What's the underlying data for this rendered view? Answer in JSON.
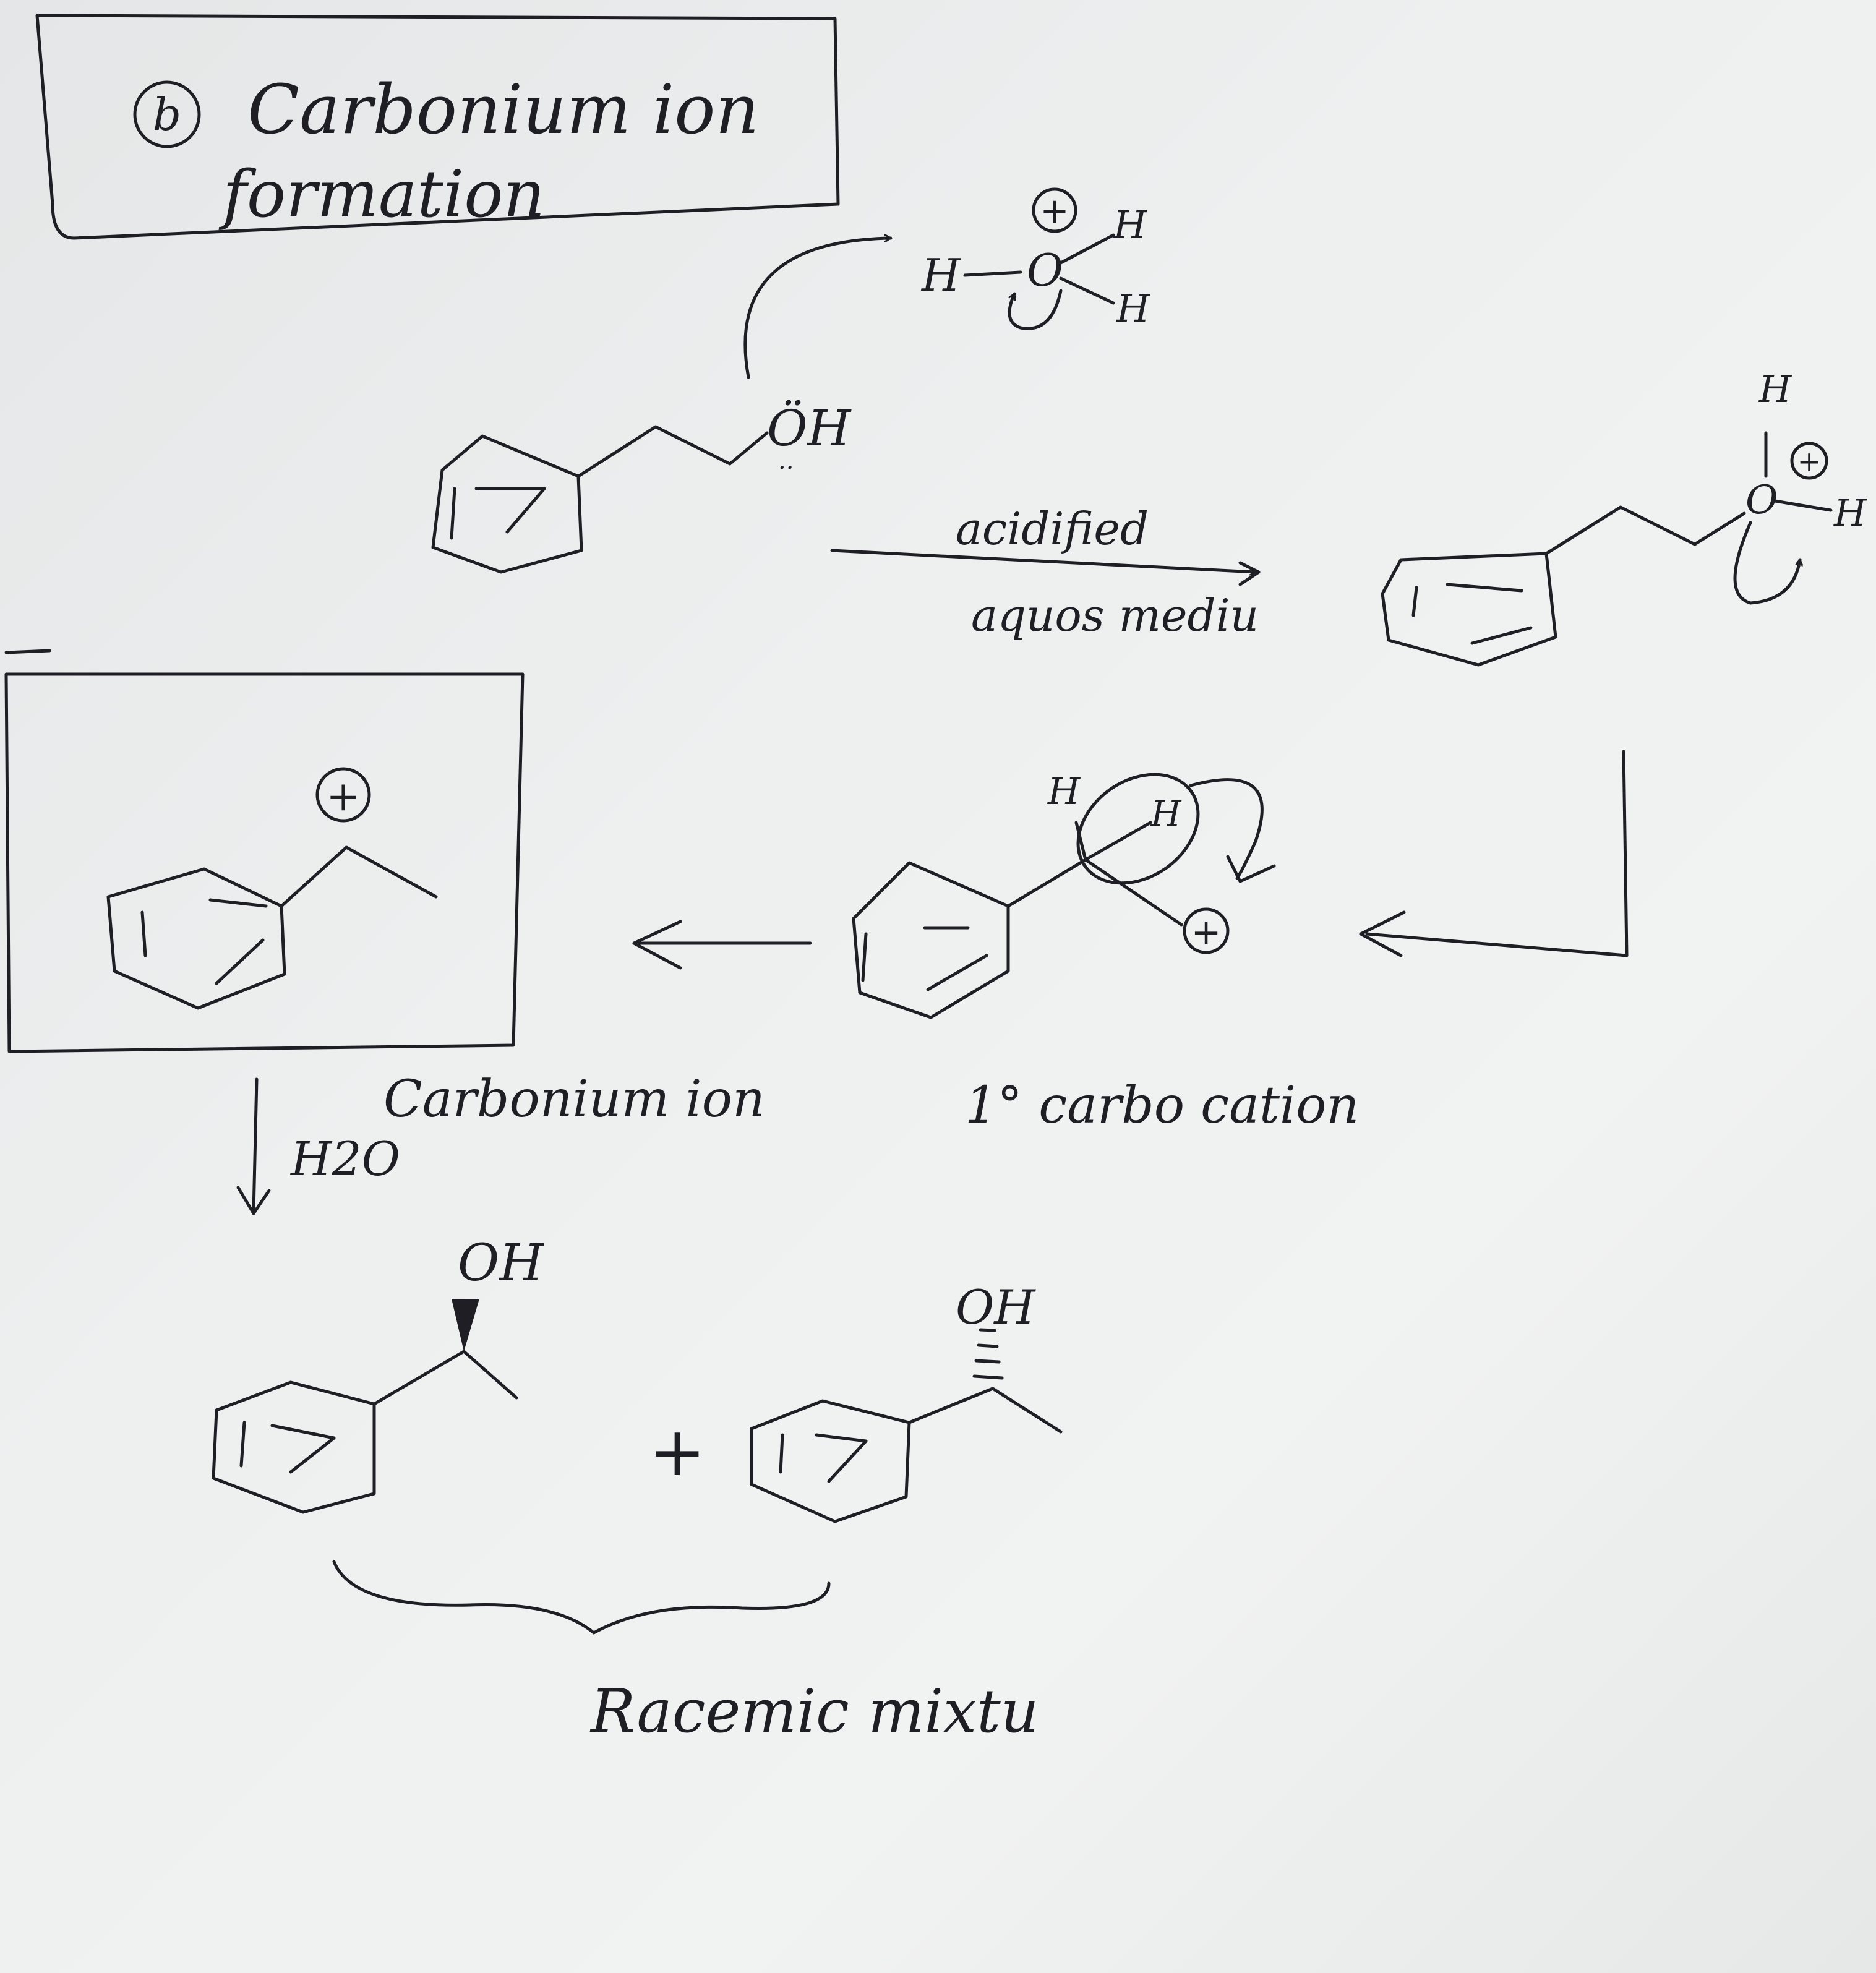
{
  "title": {
    "label_marker": "b",
    "line1": "Carbonium ion",
    "line2": "formation"
  },
  "reactant": {
    "oh_label": "ÖH"
  },
  "hydronium": {
    "h_left": "H",
    "o": "O",
    "h_right_top": "H",
    "h_right_bottom": "H",
    "charge": "+"
  },
  "arrow1": {
    "line1": "acidified",
    "line2": "aquos mediu"
  },
  "protonated": {
    "h_top": "H",
    "o": "O",
    "h_right": "H",
    "charge": "+"
  },
  "carbocation_1": {
    "h1": "H",
    "h2": "H",
    "charge": "+",
    "caption": "1° carbo cation"
  },
  "carbonium": {
    "charge": "+",
    "caption": "Carbonium ion"
  },
  "water_arrow": {
    "label": "H2O"
  },
  "product_a": {
    "oh_label": "OH"
  },
  "product_b": {
    "oh_label": "OH"
  },
  "plus": "+",
  "brace_label": "Racemic mixtu"
}
